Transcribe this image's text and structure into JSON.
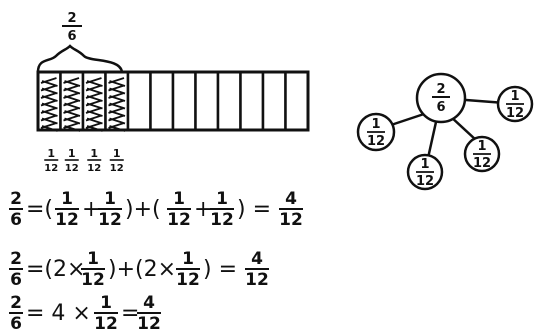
{
  "strip": {
    "top_label": {
      "numerator": "2",
      "denominator": "6"
    },
    "total_parts": 12,
    "shaded_parts": 4,
    "part_labels": [
      {
        "numerator": "1",
        "denominator": "12"
      },
      {
        "numerator": "1",
        "denominator": "12"
      },
      {
        "numerator": "1",
        "denominator": "12"
      },
      {
        "numerator": "1",
        "denominator": "12"
      }
    ]
  },
  "number_bond": {
    "whole": {
      "numerator": "2",
      "denominator": "6"
    },
    "parts": [
      {
        "numerator": "1",
        "denominator": "12"
      },
      {
        "numerator": "1",
        "denominator": "12"
      },
      {
        "numerator": "1",
        "denominator": "12"
      },
      {
        "numerator": "1",
        "denominator": "12"
      }
    ]
  },
  "equations": [
    {
      "lhs": {
        "numerator": "2",
        "denominator": "6"
      },
      "tokens": [
        "=(",
        "1/12",
        "+",
        "1/12",
        ")+(",
        "1/12",
        "+",
        "1/12",
        ") =",
        "4/12"
      ]
    },
    {
      "lhs": {
        "numerator": "2",
        "denominator": "6"
      },
      "tokens": [
        "=(2×",
        "1/12",
        ")+(2×",
        "1/12",
        ") =",
        "4/12"
      ]
    },
    {
      "lhs": {
        "numerator": "2",
        "denominator": "6"
      },
      "tokens": [
        "= 4 ×",
        "1/12",
        "=",
        "4/12"
      ]
    }
  ]
}
